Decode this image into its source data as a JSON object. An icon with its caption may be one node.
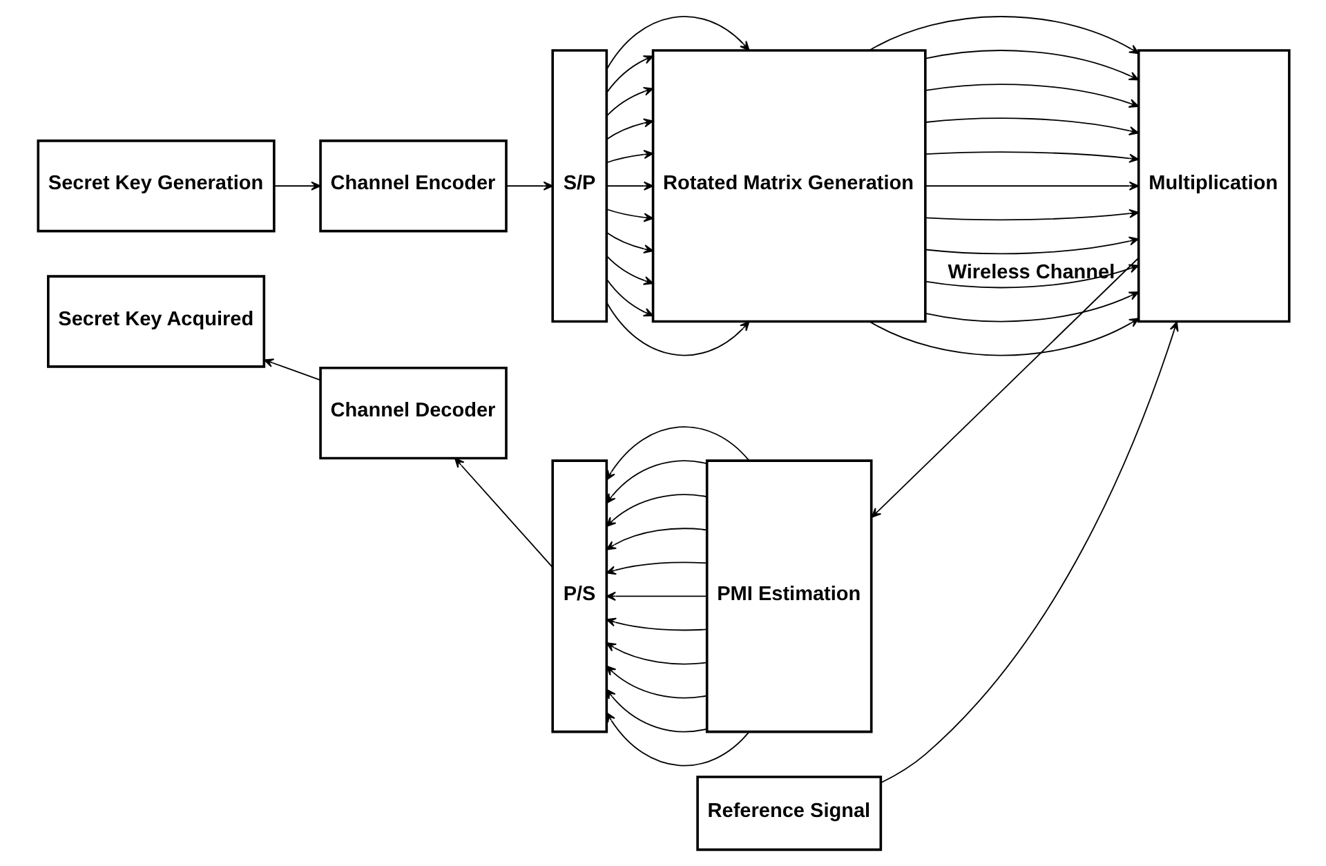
{
  "diagram": {
    "nodes": [
      {
        "text": [
          "Secret Key Generation"
        ]
      },
      {
        "text": [
          "Channel Encoder"
        ]
      },
      {
        "text": [
          "S/P"
        ]
      },
      {
        "text": [
          "Rotated Matrix Generation"
        ]
      },
      {
        "text": [
          "Multiplication"
        ]
      },
      {
        "text": [
          "Reference Signal"
        ]
      },
      {
        "text": [
          "PMI Estimation"
        ]
      },
      {
        "text": [
          "P/S"
        ]
      },
      {
        "text": [
          "Channel Decoder"
        ]
      },
      {
        "text": [
          "Secret Key Acquired"
        ]
      }
    ],
    "edges": [
      {
        "from": 0,
        "to": 1,
        "arrow": "to"
      },
      {
        "from": 1,
        "to": 2,
        "arrow": "to"
      },
      {
        "from": 2,
        "to": 3,
        "arrow": "to"
      },
      {
        "from": 2,
        "to": 3,
        "arrow": "to"
      },
      {
        "from": 2,
        "to": 3,
        "arrow": "to"
      },
      {
        "from": 2,
        "to": 3,
        "arrow": "to"
      },
      {
        "from": 2,
        "to": 3,
        "arrow": "to"
      },
      {
        "from": 2,
        "to": 3,
        "arrow": "to"
      },
      {
        "from": 2,
        "to": 3,
        "arrow": "to"
      },
      {
        "from": 2,
        "to": 3,
        "arrow": "to"
      },
      {
        "from": 2,
        "to": 3,
        "arrow": "to"
      },
      {
        "from": 2,
        "to": 3,
        "arrow": "to"
      },
      {
        "from": 2,
        "to": 3,
        "arrow": "to"
      },
      {
        "from": 3,
        "to": 4,
        "arrow": "to"
      },
      {
        "from": 3,
        "to": 4,
        "arrow": "to"
      },
      {
        "from": 3,
        "to": 4,
        "arrow": "to"
      },
      {
        "from": 3,
        "to": 4,
        "arrow": "to"
      },
      {
        "from": 3,
        "to": 4,
        "arrow": "to"
      },
      {
        "from": 3,
        "to": 4,
        "arrow": "to"
      },
      {
        "from": 3,
        "to": 4,
        "arrow": "to"
      },
      {
        "from": 3,
        "to": 4,
        "arrow": "to"
      },
      {
        "from": 3,
        "to": 4,
        "arrow": "to"
      },
      {
        "from": 3,
        "to": 4,
        "arrow": "to"
      },
      {
        "from": 3,
        "to": 4,
        "arrow": "to"
      },
      {
        "from": 5,
        "to": 4,
        "arrow": "to"
      },
      {
        "from": 4,
        "to": 6,
        "arrow": "to",
        "label": "Wireless Channel"
      },
      {
        "from": 6,
        "to": 7,
        "arrow": "to"
      },
      {
        "from": 6,
        "to": 7,
        "arrow": "to"
      },
      {
        "from": 6,
        "to": 7,
        "arrow": "to"
      },
      {
        "from": 6,
        "to": 7,
        "arrow": "to"
      },
      {
        "from": 6,
        "to": 7,
        "arrow": "to"
      },
      {
        "from": 6,
        "to": 7,
        "arrow": "to"
      },
      {
        "from": 6,
        "to": 7,
        "arrow": "to"
      },
      {
        "from": 6,
        "to": 7,
        "arrow": "to"
      },
      {
        "from": 6,
        "to": 7,
        "arrow": "to"
      },
      {
        "from": 6,
        "to": 7,
        "arrow": "to"
      },
      {
        "from": 6,
        "to": 7,
        "arrow": "to"
      },
      {
        "from": 7,
        "to": 8,
        "arrow": "to"
      },
      {
        "from": 8,
        "to": 9,
        "arrow": "to"
      }
    ]
  }
}
